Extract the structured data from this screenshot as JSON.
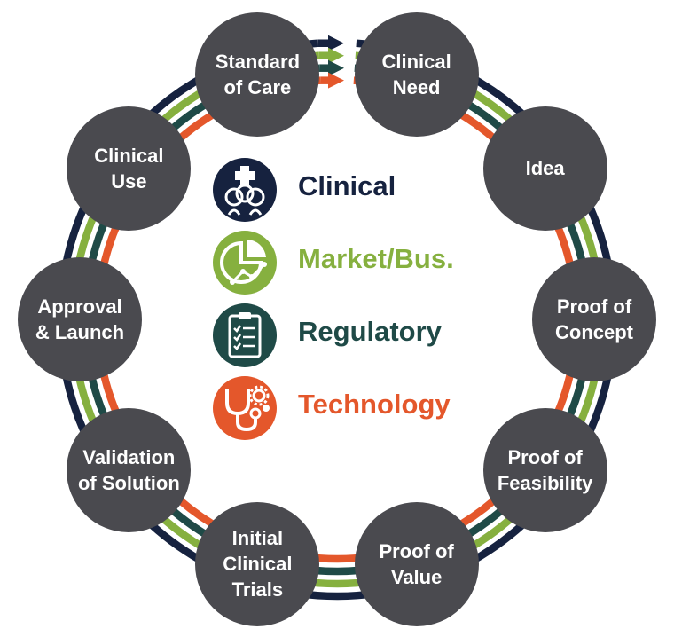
{
  "colors": {
    "node_fill": "#4a4a4f",
    "clinical": "#16223f",
    "market": "#86b03f",
    "regulatory": "#1f4a47",
    "technology": "#e4572b"
  },
  "stages": [
    {
      "id": "clinical-need",
      "lines": [
        "Clinical",
        "Need"
      ]
    },
    {
      "id": "idea",
      "lines": [
        "Idea"
      ]
    },
    {
      "id": "proof-of-concept",
      "lines": [
        "Proof of",
        "Concept"
      ]
    },
    {
      "id": "proof-of-feasibility",
      "lines": [
        "Proof of",
        "Feasibility"
      ]
    },
    {
      "id": "proof-of-value",
      "lines": [
        "Proof of",
        "Value"
      ]
    },
    {
      "id": "initial-clinical-trials",
      "lines": [
        "Initial",
        "Clinical",
        "Trials"
      ]
    },
    {
      "id": "validation-of-solution",
      "lines": [
        "Validation",
        "of Solution"
      ]
    },
    {
      "id": "approval-and-launch",
      "lines": [
        "Approval",
        "& Launch"
      ]
    },
    {
      "id": "clinical-use",
      "lines": [
        "Clinical",
        "Use"
      ]
    },
    {
      "id": "standard-of-care",
      "lines": [
        "Standard",
        "of Care"
      ]
    }
  ],
  "legend": [
    {
      "key": "clinical",
      "label": "Clinical",
      "icon": "people-medical-icon"
    },
    {
      "key": "market",
      "label": "Market/Bus.",
      "icon": "pie-chart-trend-icon"
    },
    {
      "key": "regulatory",
      "label": "Regulatory",
      "icon": "clipboard-checklist-icon"
    },
    {
      "key": "technology",
      "label": "Technology",
      "icon": "stethoscope-gears-icon"
    }
  ]
}
